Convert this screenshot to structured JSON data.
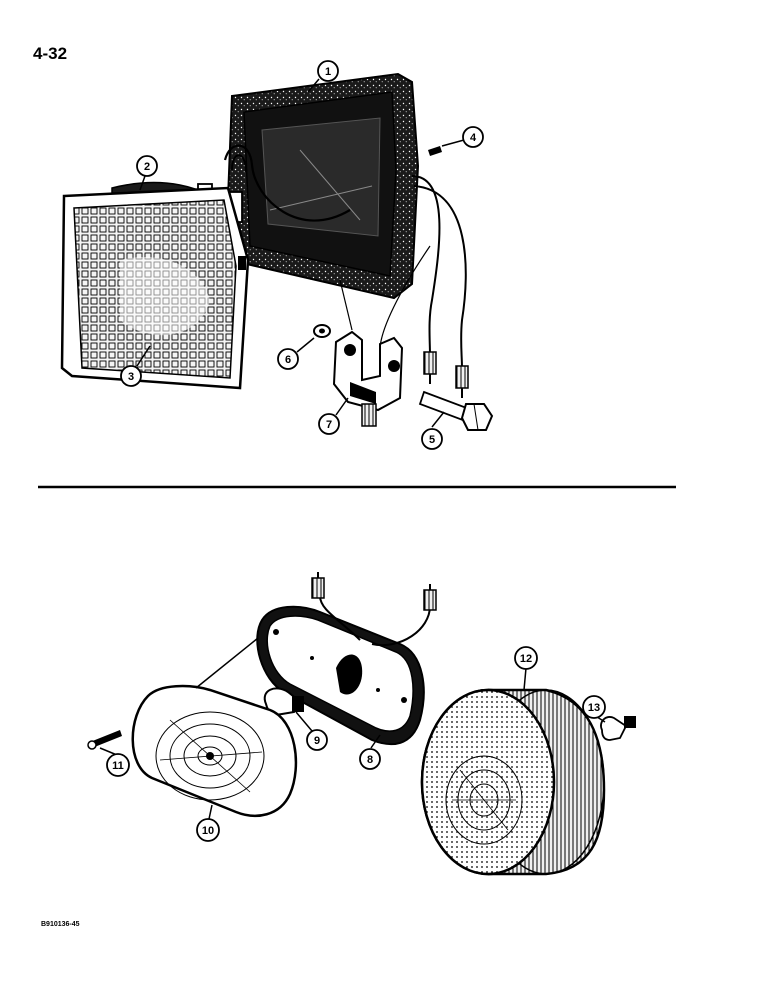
{
  "page": {
    "page_number": "4-32",
    "figure_code": "B910136-45"
  },
  "callouts": [
    {
      "id": "1",
      "label": "1"
    },
    {
      "id": "2",
      "label": "2"
    },
    {
      "id": "3",
      "label": "3"
    },
    {
      "id": "4",
      "label": "4"
    },
    {
      "id": "5",
      "label": "5"
    },
    {
      "id": "6",
      "label": "6"
    },
    {
      "id": "7",
      "label": "7"
    },
    {
      "id": "8",
      "label": "8"
    },
    {
      "id": "9",
      "label": "9"
    },
    {
      "id": "10",
      "label": "10"
    },
    {
      "id": "11",
      "label": "11"
    },
    {
      "id": "12",
      "label": "12"
    },
    {
      "id": "13",
      "label": "13"
    }
  ],
  "colors": {
    "ink": "#000000",
    "paper": "#ffffff",
    "housing_fill": "#2a2a2a",
    "lens_fill": "#d8d8d8"
  }
}
